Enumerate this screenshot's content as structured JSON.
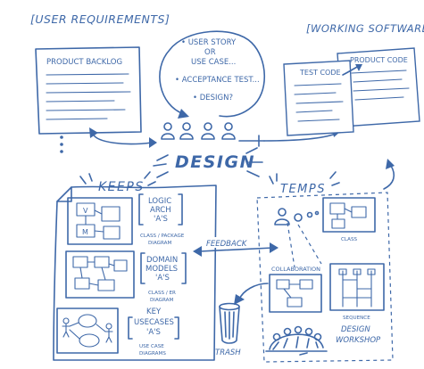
{
  "labels": {
    "user_requirements": "[USER REQUIREMENTS]",
    "working_software": "[WORKING SOFTWARE]",
    "product_backlog": "PRODUCT BACKLOG",
    "test_code": "TEST CODE",
    "product_code": "PRODUCT CODE",
    "user_story_1": "• USER STORY",
    "user_story_2": "OR",
    "user_story_3": "USE CASE...",
    "acceptance_test": "• ACCEPTANCE TEST...",
    "design_q": "• DESIGN?",
    "design": "DESIGN",
    "keeps": "KEEPS",
    "temps": "TEMPS",
    "logic_arch_1": "LOGIC",
    "logic_arch_2": "ARCH",
    "logic_arch_3": "'A'S",
    "class_pkg_1": "CLASS / PACKAGE",
    "class_pkg_2": "DIAGRAM",
    "domain_models_1": "DOMAIN",
    "domain_models_2": "MODELS",
    "domain_models_3": "'A'S",
    "class_er_1": "CLASS / ER",
    "class_er_2": "DIAGRAM",
    "key_usecases_1": "KEY",
    "key_usecases_2": "USECASES",
    "key_usecases_3": "'A'S",
    "usecase_diag_1": "USE CASE",
    "usecase_diag_2": "DIAGRAMS",
    "feedback": "FEEDBACK",
    "class_label": "CLASS",
    "collaboration": "COLLABORATION",
    "sequence": "SEQUENCE",
    "design_workshop_1": "DESIGN",
    "design_workshop_2": "WORKSHOP",
    "trash": "TRASH",
    "box_v": "V",
    "box_m": "M"
  },
  "colors": {
    "ink": "#3e68a8",
    "paper": "#ffffff"
  }
}
